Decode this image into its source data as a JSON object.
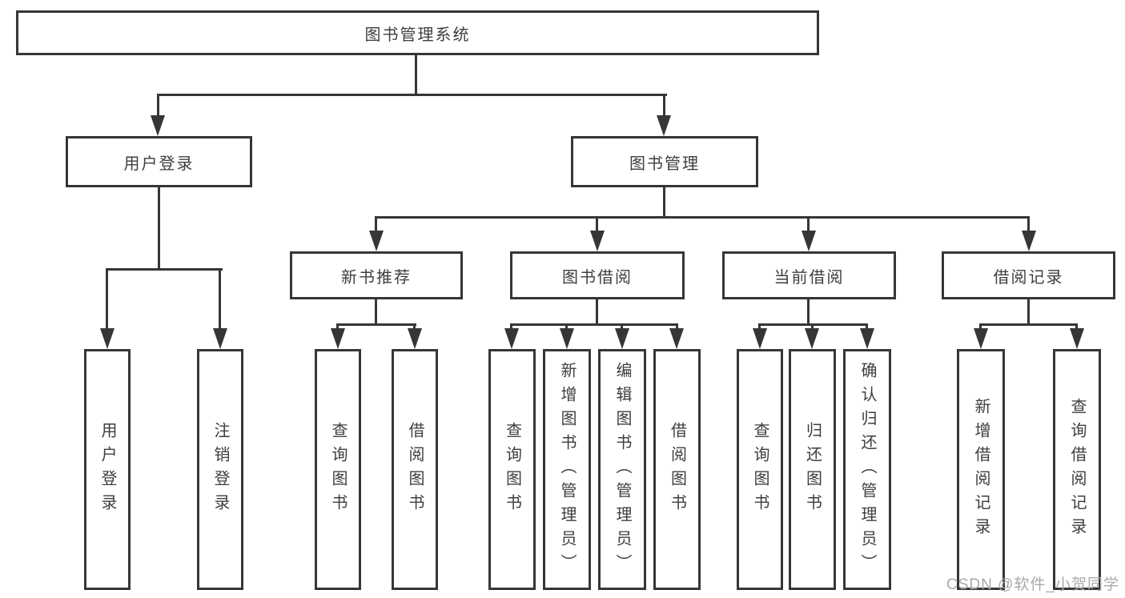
{
  "diagram": {
    "type": "tree-structure-chart",
    "hierarchy": {
      "label": "图书管理系统",
      "children": [
        {
          "label": "用户登录",
          "children": [
            {
              "label": "用户登录"
            },
            {
              "label": "注销登录"
            }
          ]
        },
        {
          "label": "图书管理",
          "children": [
            {
              "label": "新书推荐",
              "children": [
                {
                  "label": "查询图书"
                },
                {
                  "label": "借阅图书"
                }
              ]
            },
            {
              "label": "图书借阅",
              "children": [
                {
                  "label": "查询图书"
                },
                {
                  "label": "新增图书（管理员）"
                },
                {
                  "label": "编辑图书（管理员）"
                },
                {
                  "label": "借阅图书"
                }
              ]
            },
            {
              "label": "当前借阅",
              "children": [
                {
                  "label": "查询图书"
                },
                {
                  "label": "归还图书"
                },
                {
                  "label": "确认归还（管理员）"
                }
              ]
            },
            {
              "label": "借阅记录",
              "children": [
                {
                  "label": "新增借阅记录"
                },
                {
                  "label": "查询借阅记录"
                }
              ]
            }
          ]
        }
      ]
    },
    "colors": {
      "line": "#363636",
      "text": "#3e3e3e",
      "background": "#ffffff",
      "watermark_color": "#a9a9a9"
    }
  },
  "watermark": {
    "text": "CSDN @软件_小贺同学"
  }
}
